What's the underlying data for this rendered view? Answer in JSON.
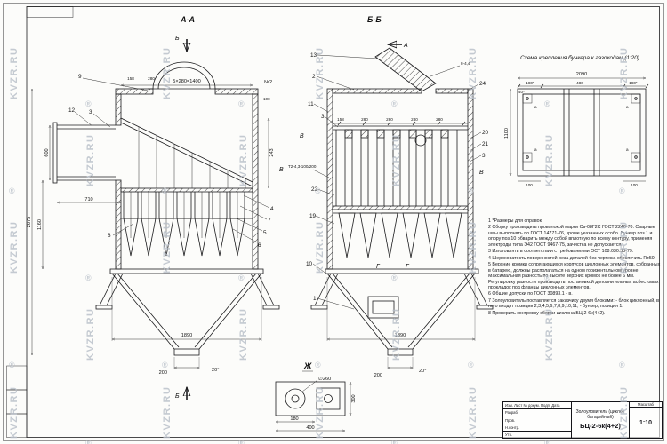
{
  "watermark": {
    "text": "KVZR.RU",
    "symbol": "®"
  },
  "views": {
    "aa": {
      "label": "А-А",
      "marker_b": "Б",
      "marker_v": "В",
      "dims": {
        "top": "5×280=1400",
        "d158": "158",
        "d280": "280",
        "n2": "№2",
        "d100": "100",
        "d243": "243",
        "d600": "600",
        "d710": "710",
        "d1160": "1160",
        "d2675": "2675",
        "d1890": "1890",
        "d200": "200",
        "a20": "20°"
      },
      "callouts": {
        "c9": "9",
        "c12": "12",
        "c3": "3",
        "c4": "4",
        "c5": "5",
        "c6": "6",
        "c7": "7",
        "c8": "8"
      }
    },
    "bb": {
      "label": "Б-Б",
      "marker_a": "А",
      "marker_v": "В",
      "marker_g": "Г",
      "dims": {
        "d158": "158",
        "d280": "280",
        "weld_left": "Т2-4,3-100/200",
        "weld_right": "8-4,4",
        "d1890": "1890",
        "d200": "200",
        "a20": "20°"
      },
      "callouts": {
        "c13": "13",
        "c2": "2",
        "c11": "11",
        "c3": "3",
        "c22": "22",
        "c19": "19",
        "c10": "10",
        "c1": "1",
        "c24": "24",
        "c20": "20",
        "c21": "21"
      }
    },
    "scheme": {
      "title": "Схема крепления бункера к газоходам (1:20)",
      "dims": {
        "d2090": "2090",
        "d180l": "180*",
        "d480": "480",
        "d180r": "180*",
        "d40": "40*",
        "d1100": "1100",
        "d100": "100",
        "corner": "а"
      }
    },
    "detail": {
      "label": "Ж",
      "dia": "∅260",
      "d180": "180",
      "d400": "400",
      "d300": "300"
    }
  },
  "notes": [
    "1 *Размеры для справок.",
    "2 Сборку производить проволокой марки Св-08Г2С ГОСТ 2246-70. Сварные швы выполнять по ГОСТ 14771-76, кроме указанных особо. Бункер поз.1 и опору поз.10 обварить между собой вплотную по всему контуру, применяя электроды типа Э42 ГОСТ 9467-75, зачистка не допускается.",
    "3 Изготовлять в соответствии с требованиями ОСТ 108.030.30-79.",
    "4 Шероховатость поверхностей реза деталей без чертежа обеспечить Rz50.",
    "5 Верхние кромки сопрягающихся корпусов циклонных элементов, собранных в батарею, должны располагаться на одном горизонтальном уровне. Максимальная разность по высоте верхних кромок не более 6 мм. Регулировку разности производить постановкой дополнительных асбестовых прокладок под фланцы циклонных элементов.",
    "6 Общие допуски по ГОСТ 30893.1 - в.",
    "7 Золоуловитель поставляется заказчику двумя блоками: - блок циклонный, в него входят позиции 2,3,4,5,6,7,8,9,10,11; - бункер, позиция 1.",
    "8 Проверить контровку сборки циклона БЦ-2-6к(4+2)."
  ],
  "title_block": {
    "header_row": "Изм. Лист  № докум.  Подп.  Дата",
    "row1": "Разраб.",
    "row2": "Пров.",
    "row3": "Н.контр.",
    "row4": "Утв.",
    "name": "Золоуловитель (циклон батарейный)",
    "code": "БЦ-2-6к(4+2)",
    "scale_label": "Масштаб",
    "scale": "1:10"
  }
}
